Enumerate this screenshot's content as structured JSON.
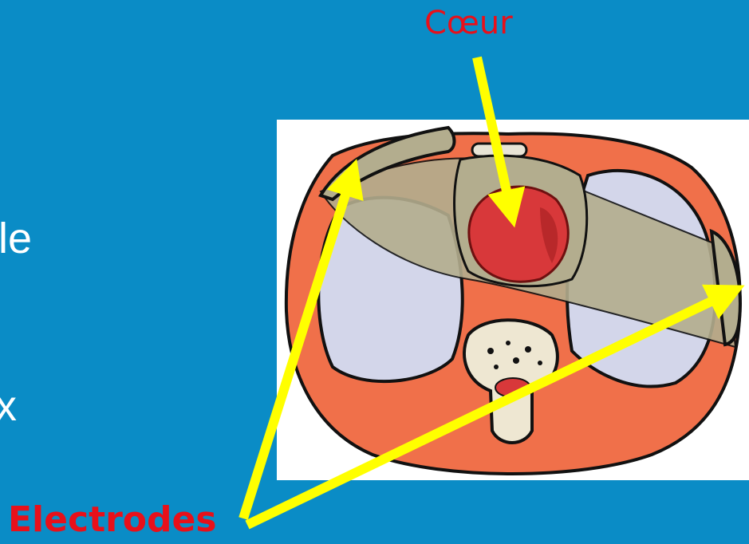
{
  "slide": {
    "partial_text": [
      "le",
      "x"
    ]
  },
  "labels": {
    "heart": "Cœur",
    "electrodes": "Electrodes"
  },
  "colors": {
    "background": "#0a8cc6",
    "label": "#e8101a",
    "arrow": "#ffff00",
    "body": "#f0704a",
    "lung": "#d3d6ea",
    "heart": "#d8383a",
    "field": "#b3ad8e"
  }
}
